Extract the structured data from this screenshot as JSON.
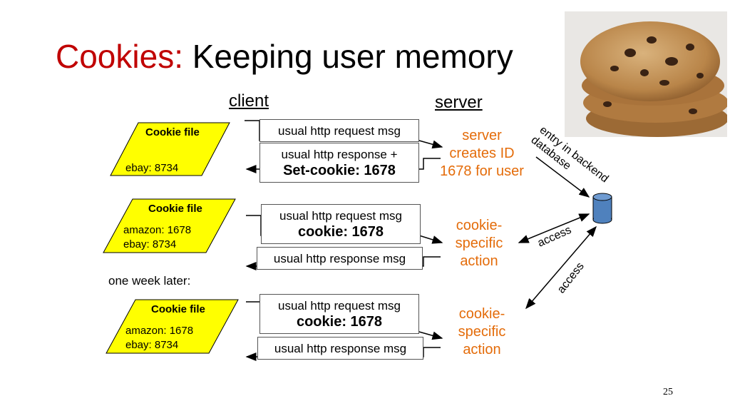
{
  "title": {
    "highlight": "Cookies:",
    "rest": "Keeping user memory"
  },
  "headers": {
    "client": "client",
    "server": "server"
  },
  "cookie_files": [
    {
      "heading": "Cookie file",
      "lines": [
        "ebay: 8734"
      ]
    },
    {
      "heading": "Cookie file",
      "lines": [
        "amazon: 1678",
        "ebay: 8734"
      ]
    },
    {
      "heading": "Cookie file",
      "lines": [
        "amazon: 1678",
        "ebay: 8734"
      ]
    }
  ],
  "messages": {
    "m1": "usual http request msg",
    "m2_line1": "usual http response +",
    "m2_line2": "Set-cookie: 1678",
    "m3_line1": "usual http request msg",
    "m3_line2": "cookie: 1678",
    "m4": "usual http response msg",
    "m5_line1": "usual http request msg",
    "m5_line2": "cookie: 1678",
    "m6": "usual http response msg"
  },
  "server_notes": {
    "creates": [
      "server",
      "creates ID",
      "1678 for user"
    ],
    "action1": [
      "cookie-",
      "specific",
      "action"
    ],
    "action2": [
      "cookie-",
      "specific",
      "action"
    ]
  },
  "db_labels": {
    "entry": "entry in backend",
    "database": "database",
    "access1": "access",
    "access2": "access"
  },
  "one_week_later": "one week later:",
  "page_number": "25",
  "colors": {
    "title_highlight": "#c00000",
    "orange": "#e46c0a",
    "cookie_fill": "#ffff00",
    "db_fill": "#4f81bd"
  }
}
